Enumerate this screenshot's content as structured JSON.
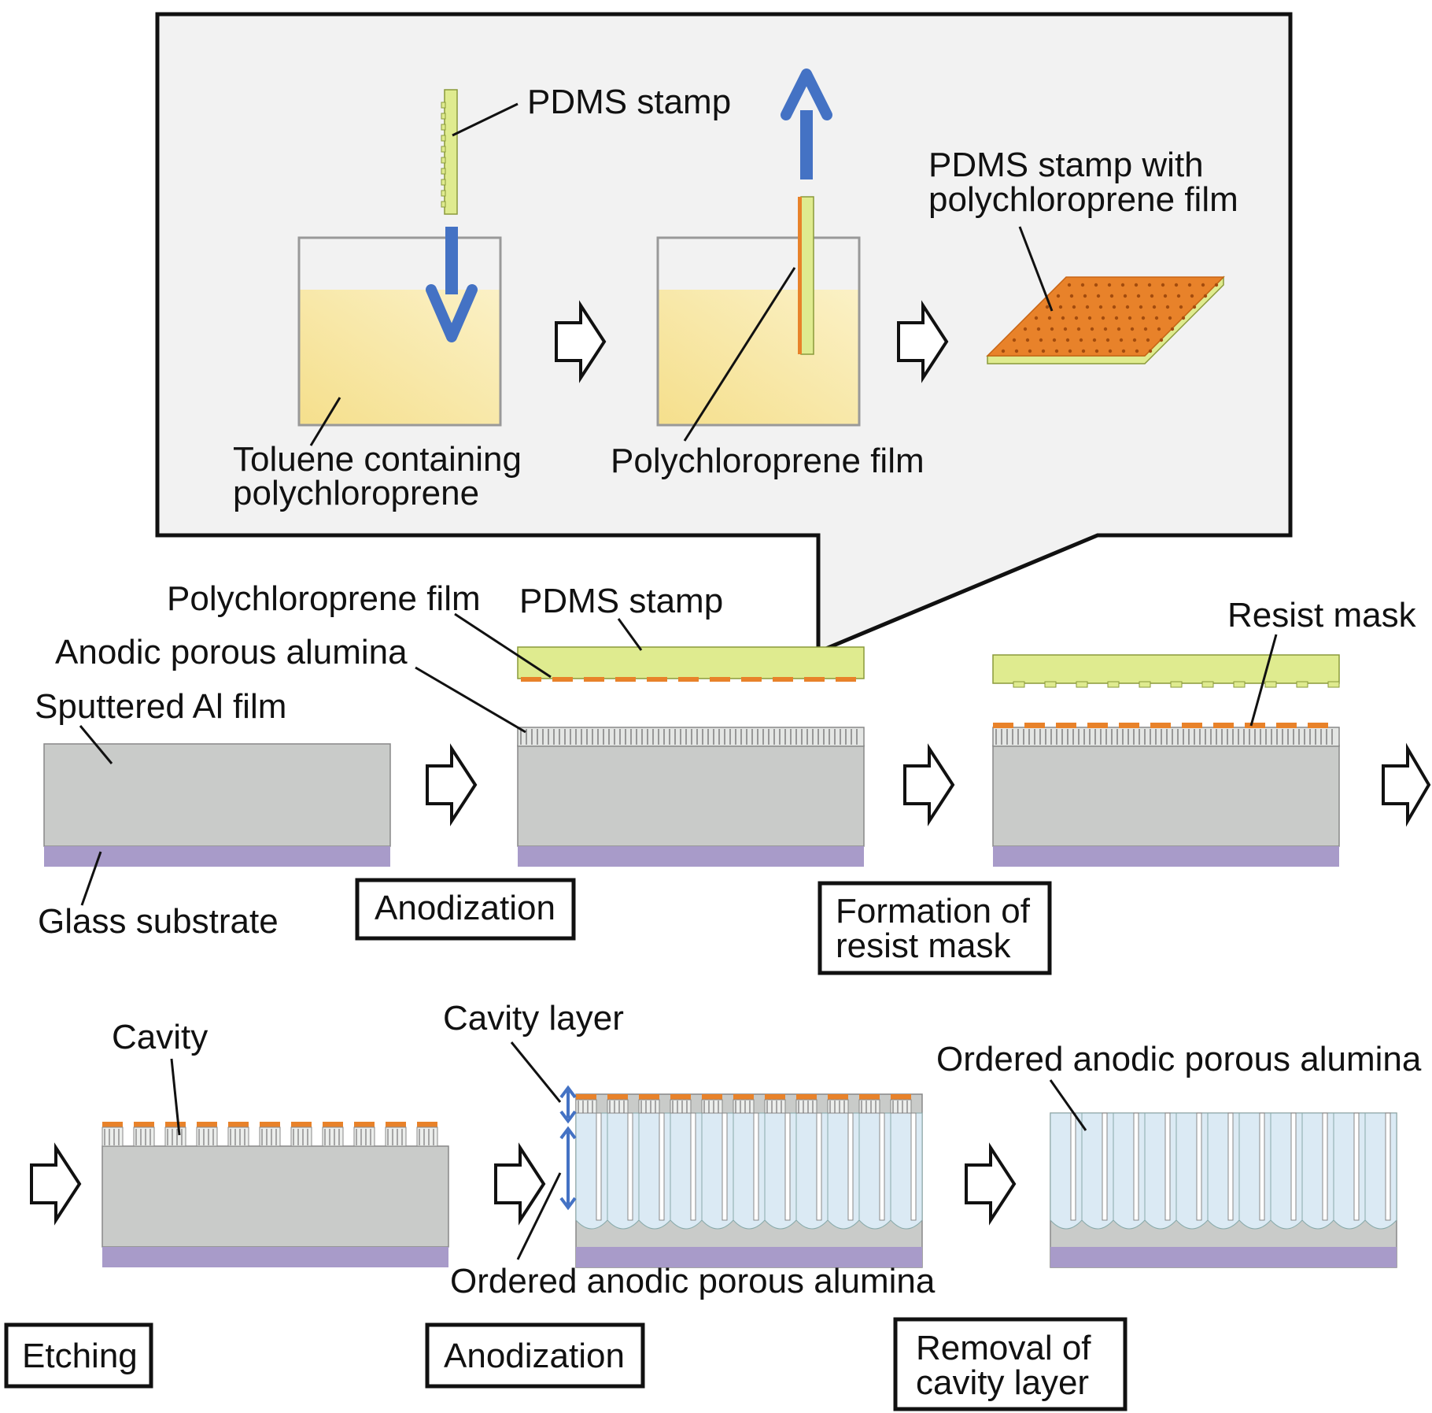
{
  "callout": {
    "pdms_stamp": "PDMS stamp",
    "pdms_with_film_line1": "PDMS stamp with",
    "pdms_with_film_line2": "polychloroprene film",
    "toluene_line1": "Toluene containing",
    "toluene_line2": "polychloroprene",
    "polychloroprene_film": "Polychloroprene film"
  },
  "row1": {
    "polychloroprene_film": "Polychloroprene film",
    "pdms_stamp": "PDMS stamp",
    "anodic_porous_alumina": "Anodic porous alumina",
    "sputtered_al_film": "Sputtered Al film",
    "glass_substrate": "Glass substrate",
    "resist_mask": "Resist mask"
  },
  "row2": {
    "cavity": "Cavity",
    "cavity_layer": "Cavity layer",
    "ordered_alumina_top": "Ordered anodic porous alumina",
    "ordered_alumina_bottom": "Ordered anodic porous alumina"
  },
  "steps": {
    "anodization_1": "Anodization",
    "resist_line1": "Formation of",
    "resist_line2": "resist mask",
    "etching": "Etching",
    "anodization_2": "Anodization",
    "removal_line1": "Removal of",
    "removal_line2": "cavity layer"
  },
  "colors": {
    "al": "#c9cbc9",
    "glass": "#a89bc9",
    "pdms": "#dfeb8f",
    "film": "#e8822a",
    "arrow_blue": "#4472c4",
    "pore": "#dbeaf4",
    "liquid": "#f6e8a6",
    "panel_bg": "#f2f2f2"
  }
}
